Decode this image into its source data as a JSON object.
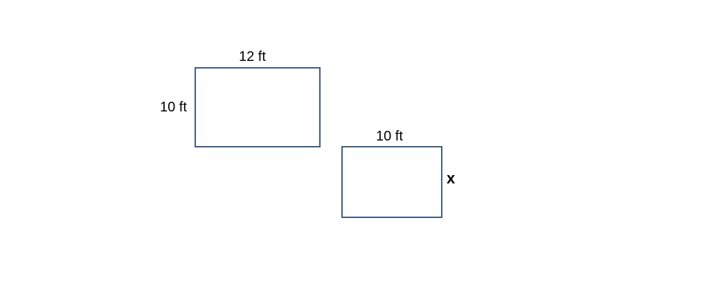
{
  "diagram": {
    "large_rectangle": {
      "width_label": "12 ft",
      "height_label": "10 ft"
    },
    "small_rectangle": {
      "width_label": "10 ft",
      "height_label": "x"
    },
    "colors": {
      "outline": "#3d5a80",
      "text": "#000000",
      "background": "#ffffff"
    }
  }
}
